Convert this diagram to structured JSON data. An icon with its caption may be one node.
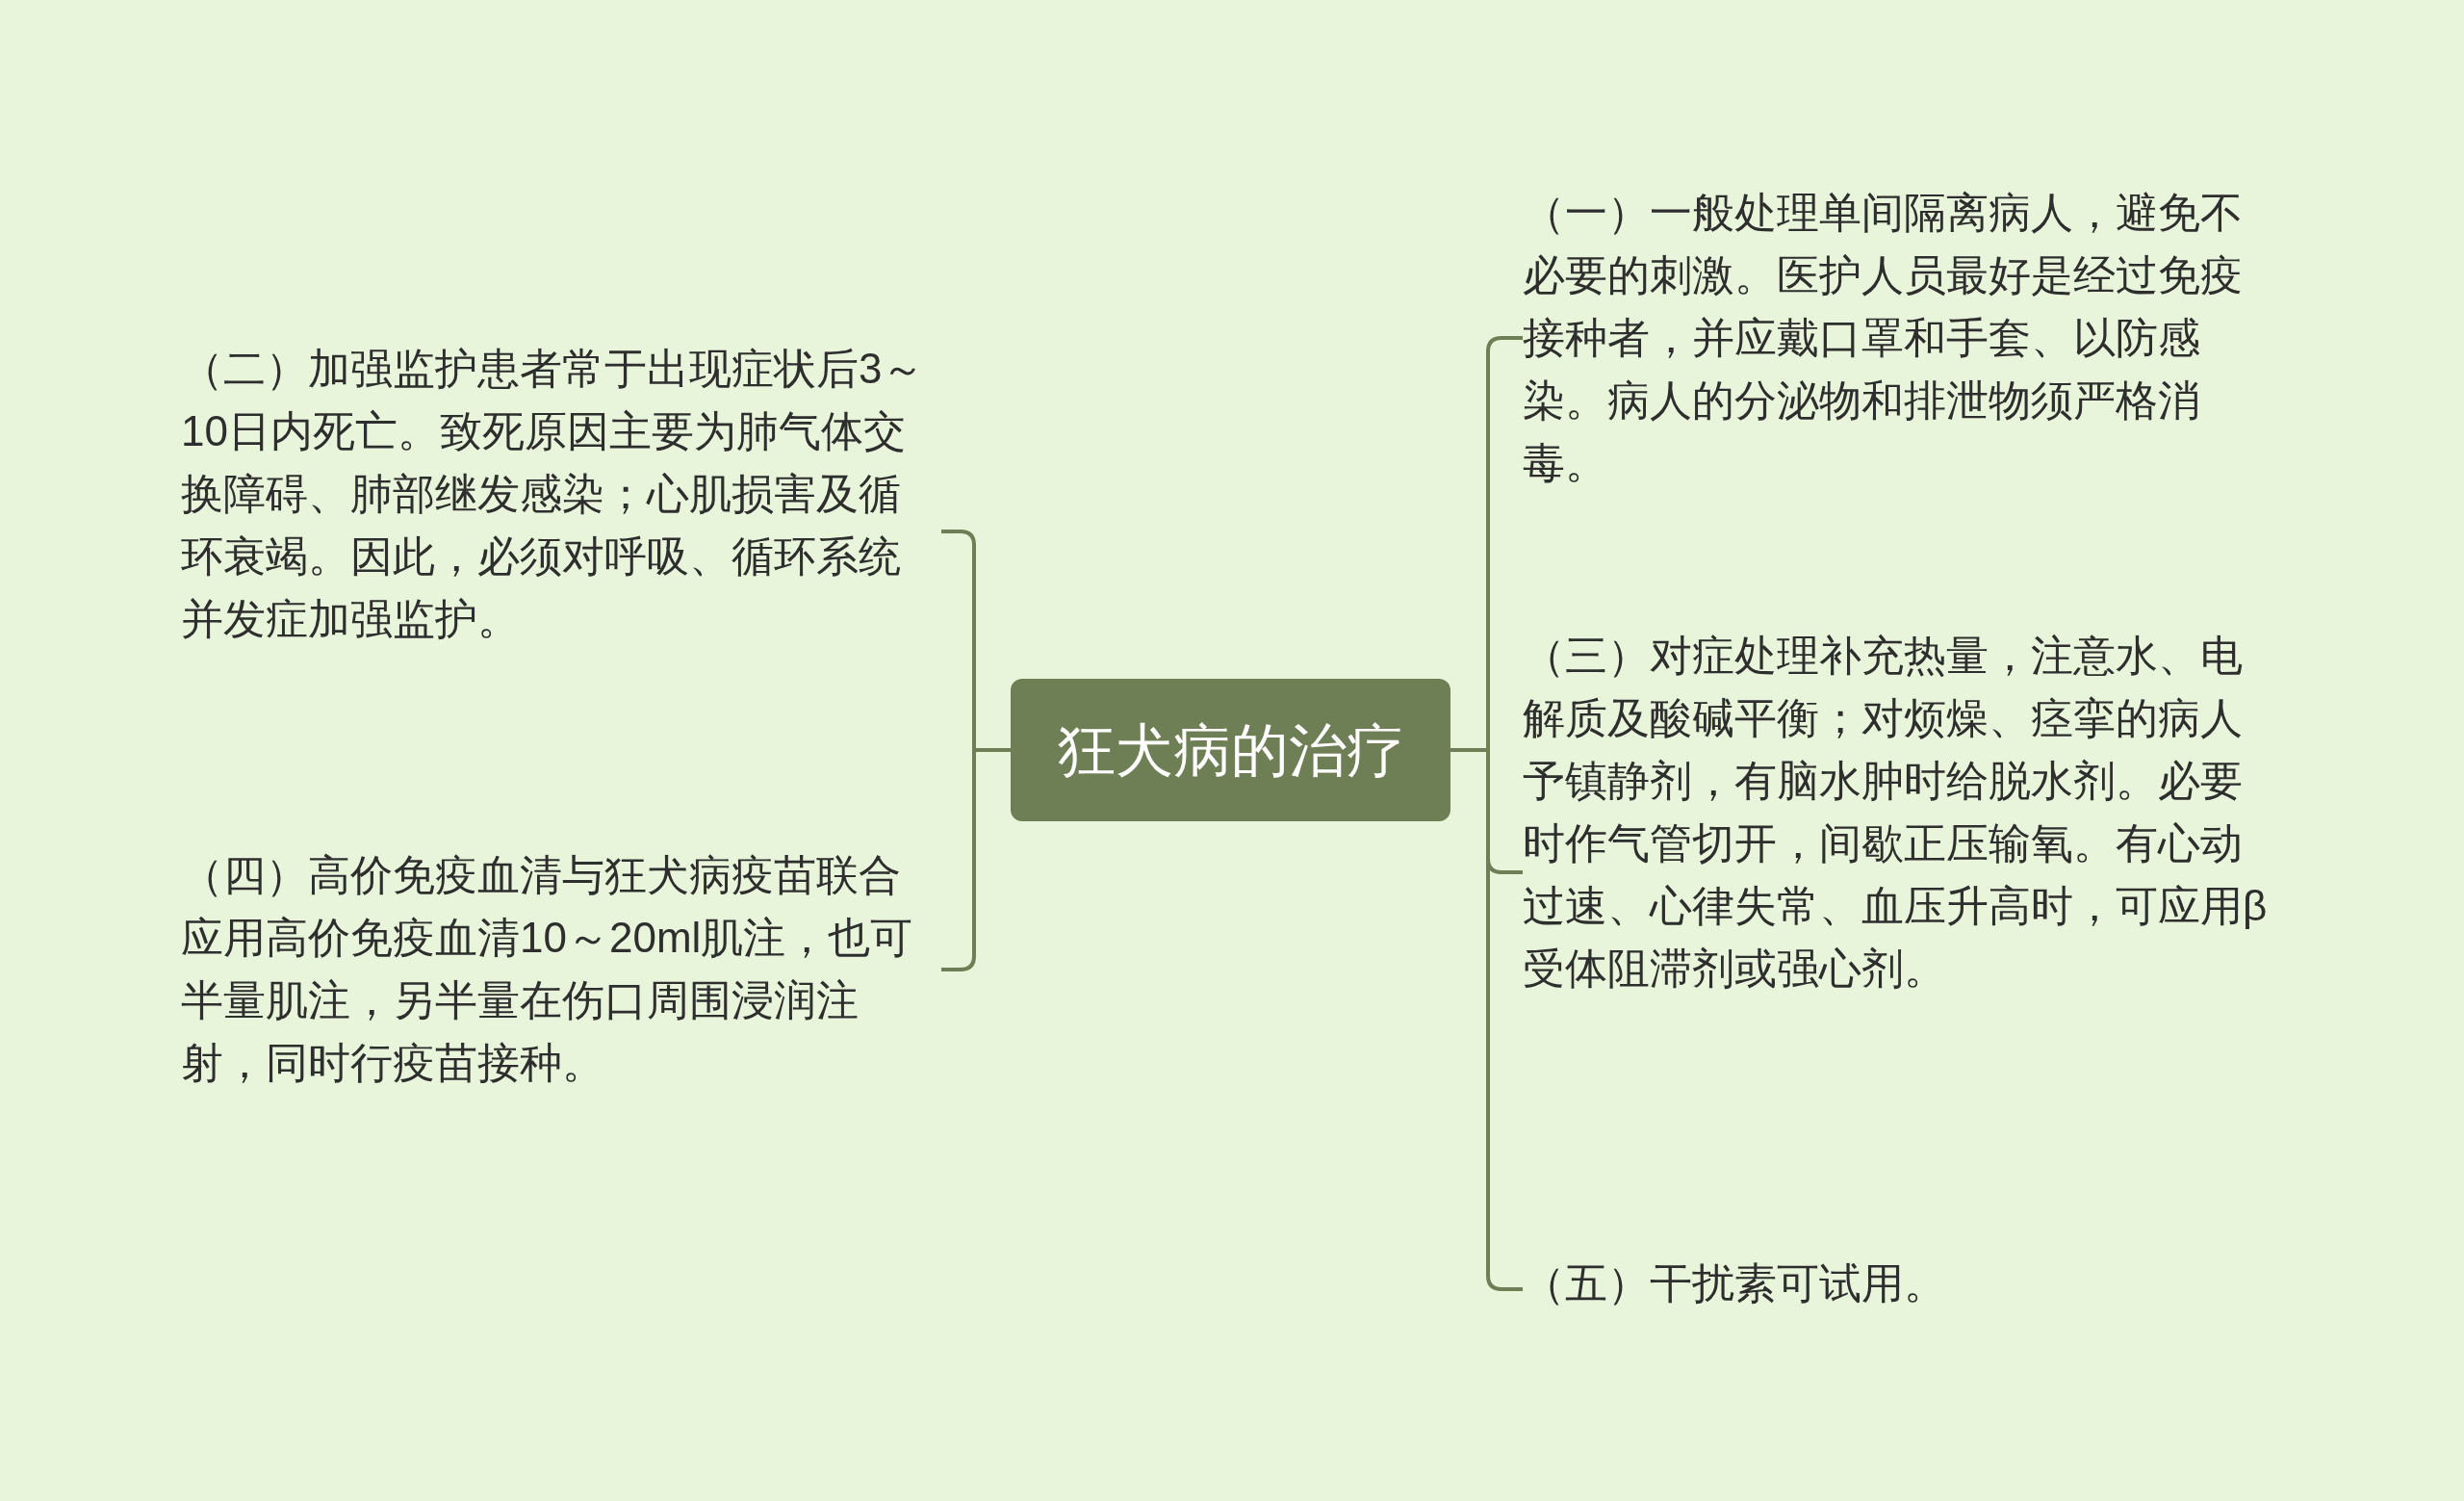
{
  "diagram": {
    "nodes": [
      {
        "text": [
          "狂犬病的治疗"
        ]
      },
      {
        "text": [
          "（二）加强监护患者常于出现症状后3～10日内死亡。致死原因主要为肺气体交换障碍、肺部继发感染；心肌损害及循环衰竭。因此，必须对呼吸、循环系统并发症加强监护。"
        ]
      },
      {
        "text": [
          "（四）高价免疫血清与狂犬病疫苗联合应用高价免疫血清10～20ml肌注，也可半量肌注，另半量在伤口周围浸润注射，同时行疫苗接种。"
        ]
      },
      {
        "text": [
          "（一）一般处理单间隔离病人，避免不必要的刺激。医护人员最好是经过免疫接种者，并应戴口罩和手套、以防感染。病人的分泌物和排泄物须严格消毒。"
        ]
      },
      {
        "text": [
          "（三）对症处理补充热量，注意水、电解质及酸碱平衡；对烦燥、痉挛的病人予镇静剂，有脑水肿时给脱水剂。必要时作气管切开，间歇正压输氧。有心动过速、心律失常、血压升高时，可应用β受体阻滞剂或强心剂。"
        ]
      },
      {
        "text": [
          "（五）干扰素可试用。"
        ]
      }
    ],
    "edges": [
      {
        "from": 0,
        "to": 1,
        "arrow": "none"
      },
      {
        "from": 0,
        "to": 2,
        "arrow": "none"
      },
      {
        "from": 0,
        "to": 3,
        "arrow": "none"
      },
      {
        "from": 0,
        "to": 4,
        "arrow": "none"
      },
      {
        "from": 0,
        "to": 5,
        "arrow": "none"
      }
    ]
  }
}
